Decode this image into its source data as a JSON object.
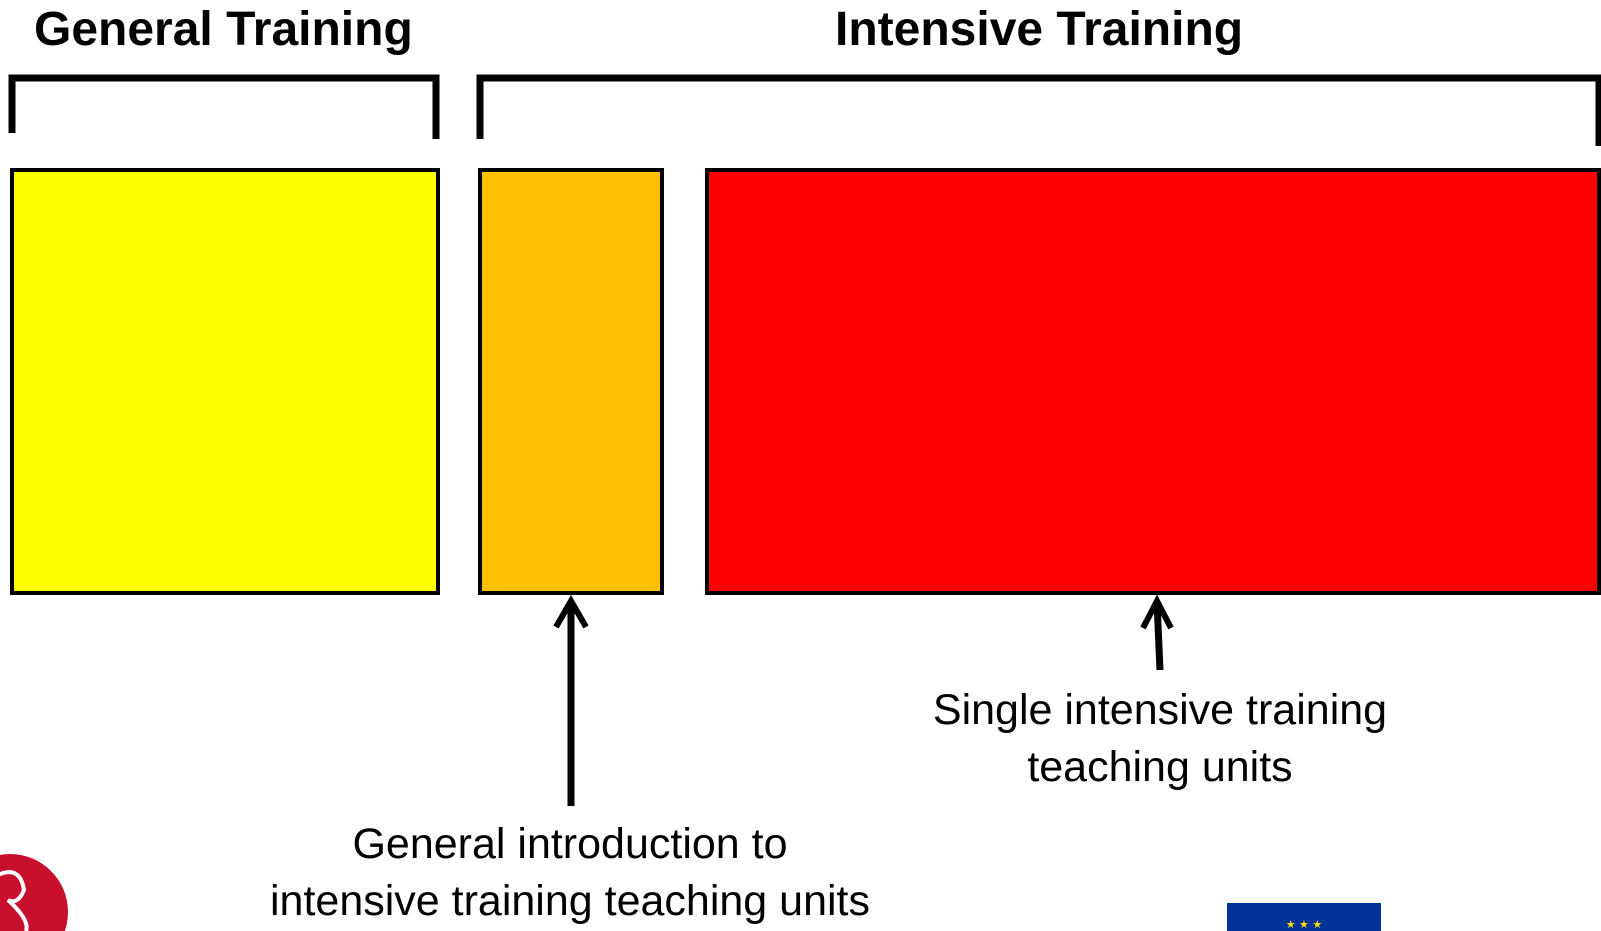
{
  "headings": {
    "general": "General Training",
    "intensive": "Intensive Training"
  },
  "blocks": [
    {
      "id": "general-training",
      "color": "#FFFF00"
    },
    {
      "id": "general-introduction",
      "color": "#FFC000"
    },
    {
      "id": "single-intensive-units",
      "color": "#FF0000"
    }
  ],
  "captions": {
    "intro_line1": "General introduction to",
    "intro_line2": "intensive training teaching units",
    "single_line1": "Single intensive training",
    "single_line2": "teaching units"
  },
  "logos": {
    "left": {
      "name": "red-circle-logo",
      "color": "#C8102E"
    },
    "right": {
      "name": "eu-flag-logo",
      "color": "#003399",
      "star_color": "#FFDD00"
    }
  }
}
